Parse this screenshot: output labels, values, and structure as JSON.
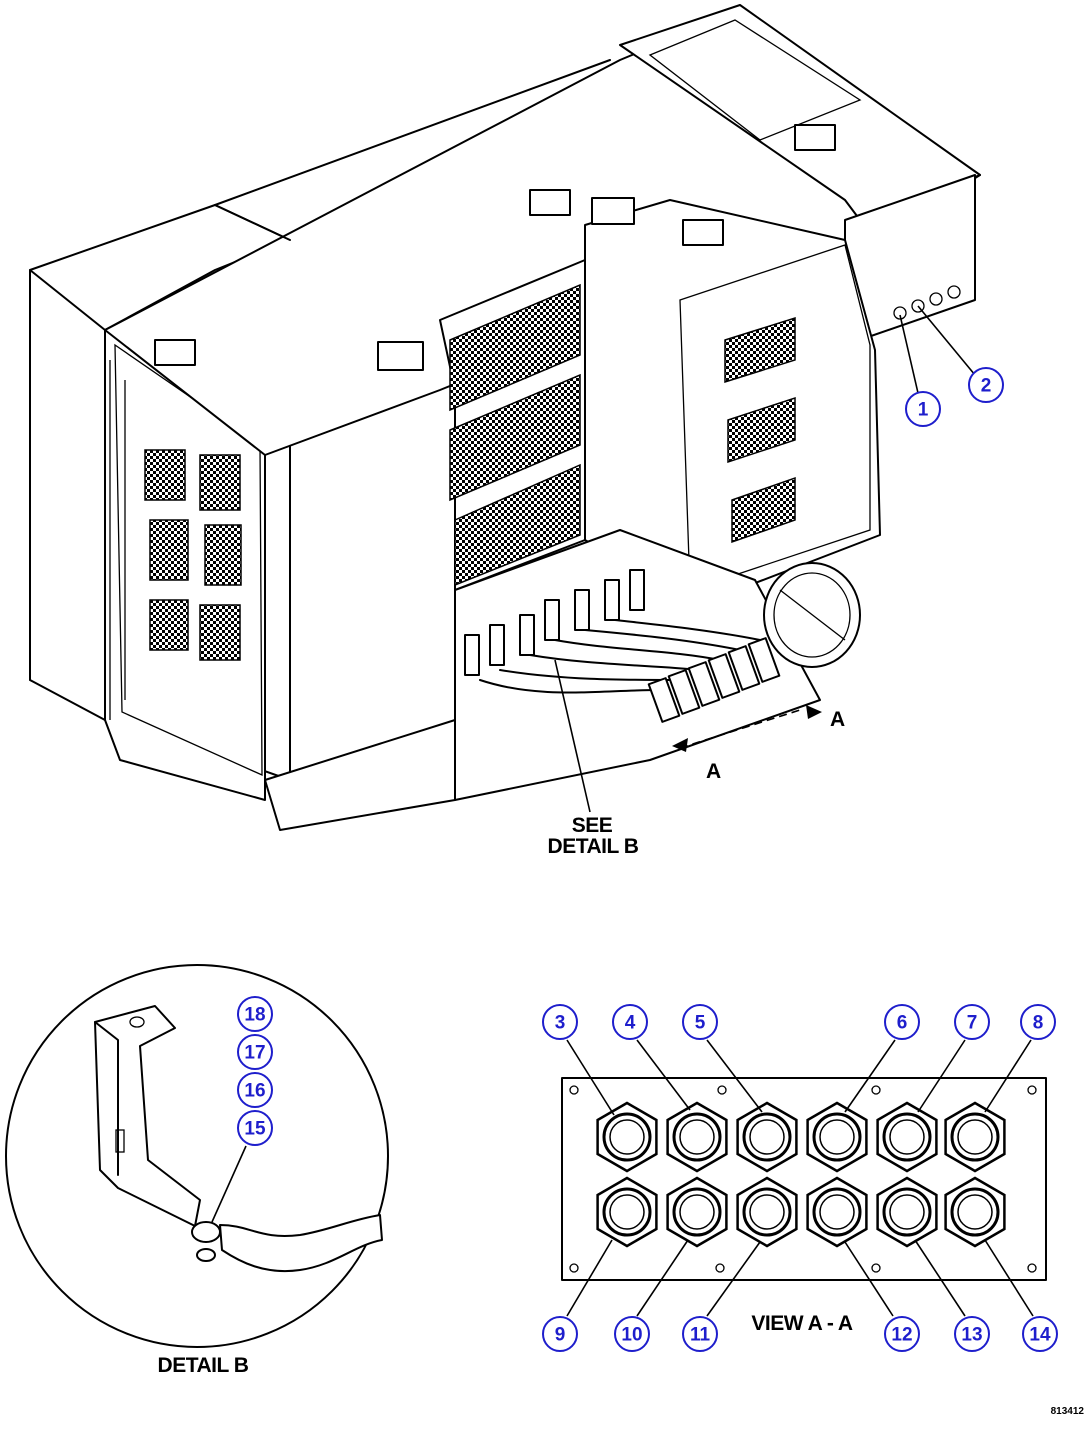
{
  "labels": {
    "see": "SEE",
    "detail_b_ref": "DETAIL B",
    "section_a_left": "A",
    "section_a_right": "A",
    "detail_b_title": "DETAIL B",
    "view_aa_title": "VIEW A - A",
    "figure_code": "813412"
  },
  "callouts": {
    "c1": "1",
    "c2": "2",
    "c3": "3",
    "c4": "4",
    "c5": "5",
    "c6": "6",
    "c7": "7",
    "c8": "8",
    "c9": "9",
    "c10": "10",
    "c11": "11",
    "c12": "12",
    "c13": "13",
    "c14": "14",
    "c15": "15",
    "c16": "16",
    "c17": "17",
    "c18": "18"
  },
  "colors": {
    "callout": "#1e1ecc",
    "ink": "#000000",
    "background": "#ffffff"
  }
}
